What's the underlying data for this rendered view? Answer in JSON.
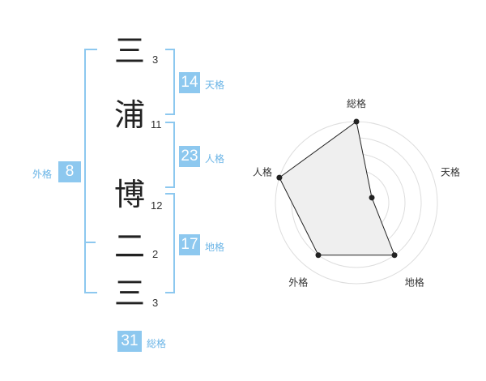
{
  "name": {
    "characters": [
      {
        "char": "三",
        "strokes": "3"
      },
      {
        "char": "浦",
        "strokes": "11"
      },
      {
        "char": "博",
        "strokes": "12"
      },
      {
        "char": "二",
        "strokes": "2"
      },
      {
        "char": "三",
        "strokes": "3"
      }
    ]
  },
  "kaku": {
    "ten": {
      "label": "天格",
      "value": "14"
    },
    "jin": {
      "label": "人格",
      "value": "23"
    },
    "chi": {
      "label": "地格",
      "value": "17"
    },
    "gai": {
      "label": "外格",
      "value": "8"
    },
    "sou": {
      "label": "総格",
      "value": "31"
    }
  },
  "colors": {
    "accent": "#8dc8ef",
    "label": "#6ab4e6",
    "text": "#222222"
  },
  "chart_data": {
    "type": "radar",
    "axes": [
      "総格",
      "天格",
      "地格",
      "外格",
      "人格"
    ],
    "values": [
      5,
      1,
      4,
      4,
      5
    ],
    "max": 5
  }
}
